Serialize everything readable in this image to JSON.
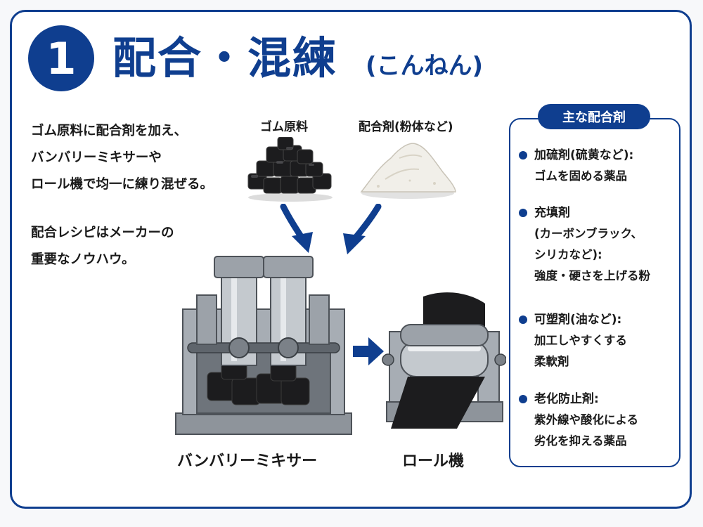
{
  "header": {
    "number": "1",
    "title": "配合・混練",
    "reading": "(こんねん)"
  },
  "description": {
    "lines_1": [
      "ゴム原料に配合剤を加え、",
      "バンバリーミキサーや",
      "ロール機で均一に練り混ぜる。"
    ],
    "lines_2": [
      "配合レシピはメーカーの",
      "重要なノウハウ。"
    ]
  },
  "materials": {
    "rubber_label": "ゴム原料",
    "agent_label": "配合剤(粉体など)"
  },
  "machines": {
    "mixer_label": "バンバリーミキサー",
    "roll_label": "ロール機"
  },
  "panel": {
    "title": "主な配合剤",
    "items": [
      {
        "name": "加硫剤(硫黄など):",
        "desc": [
          "ゴムを固める薬品"
        ]
      },
      {
        "name": "充填剤",
        "desc": [
          "(カーボンブラック、",
          "シリカなど):",
          "強度・硬さを上げる粉"
        ]
      },
      {
        "name": "可塑剤(油など):",
        "desc": [
          "加工しやすくする",
          "柔軟剤"
        ]
      },
      {
        "name": "老化防止剤:",
        "desc": [
          "紫外線や酸化による",
          "劣化を抑える薬品"
        ]
      }
    ]
  },
  "colors": {
    "accent": "#0f3e8f",
    "text": "#1a1a1a",
    "rubber": "#1c1c1e",
    "powder": "#f1efe9",
    "steel": "#8e949b"
  }
}
